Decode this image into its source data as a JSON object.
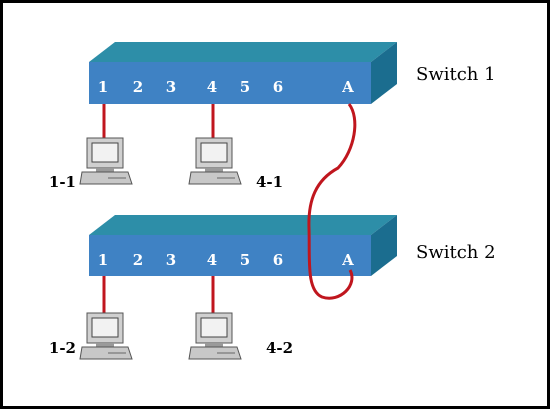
{
  "switches": [
    {
      "label": "Switch 1",
      "ports": [
        "1",
        "2",
        "3",
        "4",
        "5",
        "6",
        "A"
      ]
    },
    {
      "label": "Switch 2",
      "ports": [
        "1",
        "2",
        "3",
        "4",
        "5",
        "6",
        "A"
      ]
    }
  ],
  "computers": [
    {
      "label": "1-1"
    },
    {
      "label": "4-1"
    },
    {
      "label": "1-2"
    },
    {
      "label": "4-2"
    }
  ],
  "colors": {
    "switch_front": "#3f82c4",
    "switch_top": "#2d8ea8",
    "switch_side": "#1b6d8f",
    "cable": "#c0161e",
    "frame": "#000000"
  }
}
